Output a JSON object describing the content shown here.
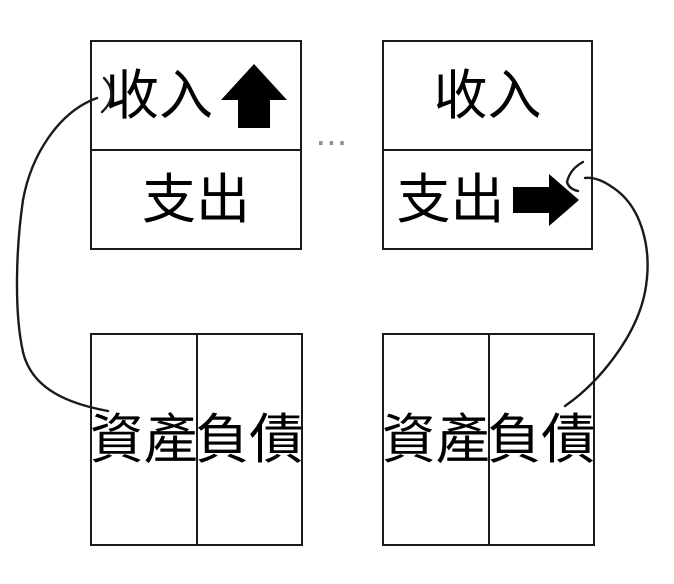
{
  "boxes": {
    "income_statement_1": {
      "income_label": "收入",
      "expense_label": "支出"
    },
    "income_statement_2": {
      "income_label": "收入",
      "expense_label": "支出"
    },
    "balance_sheet_1": {
      "assets_label": "資產",
      "liabilities_label": "負債"
    },
    "balance_sheet_2": {
      "assets_label": "資產",
      "liabilities_label": "負債"
    }
  },
  "ellipsis": "...",
  "icons": {
    "income_trend": "up-arrow",
    "expense_flow": "right-arrow",
    "connector_left": "curve-from-assets-to-income",
    "connector_right": "curve-from-liabilities-to-expense"
  },
  "colors": {
    "line": "#1a1a1a",
    "arrow_fill": "#000000",
    "muted": "#8f8f8f",
    "bg": "#ffffff"
  }
}
